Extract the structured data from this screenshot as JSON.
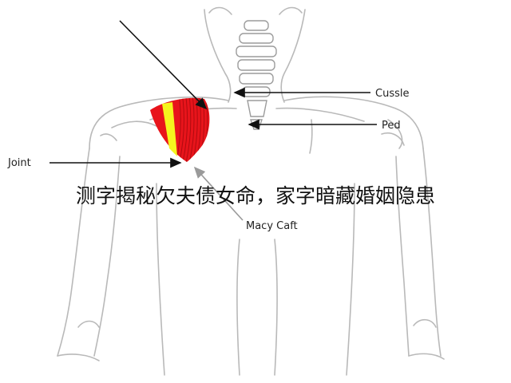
{
  "labels": {
    "cussle": "Cussle",
    "ped": "Ped",
    "joint": "Joint",
    "macy_caft": "Macy Caft"
  },
  "caption": "测字揭秘欠夫债女命，家字暗藏婚姻隐患",
  "colors": {
    "muscle_red": "#e8141b",
    "muscle_stripe": "#b00b10",
    "highlight_yellow": "#f5f51e",
    "line_gray": "#b9b9b9",
    "arrow_black": "#111111",
    "arrow_gray": "#9a9a9a"
  }
}
